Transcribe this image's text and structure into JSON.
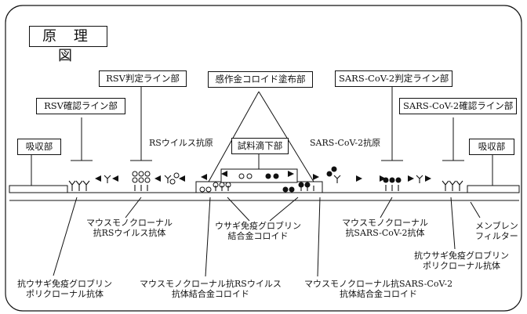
{
  "title": "原 理 図",
  "boxes": {
    "absorber_left": "吸収部",
    "absorber_right": "吸収部",
    "rsv_confirm": "RSV確認ライン部",
    "rsv_judge": "RSV判定ライン部",
    "conjugate_pad": "感作金コロイド塗布部",
    "sample_drop": "試料滴下部",
    "sars_judge": "SARS-CoV-2判定ライン部",
    "sars_confirm": "SARS-CoV-2確認ライン部"
  },
  "labels": {
    "rs_antigen": "RSウイルス抗原",
    "sars_antigen": "SARS-CoV-2抗原",
    "mouse_anti_rs_line1": "マウスモノクローナル",
    "mouse_anti_rs_line2": "抗RSウイルス抗体",
    "rabbit_gold_line1": "ウサギ免疫グロブリン",
    "rabbit_gold_line2": "結合金コロイド",
    "mouse_anti_sars_line1": "マウスモノクローナル",
    "mouse_anti_sars_line2": "抗SARS-CoV-2抗体",
    "membrane_line1": "メンブレン",
    "membrane_line2": "フィルター",
    "anti_rabbit_right_line1": "抗ウサギ免疫グロブリン",
    "anti_rabbit_right_line2": "ポリクローナル抗体",
    "anti_rabbit_left_line1": "抗ウサギ免疫グロブリン",
    "anti_rabbit_left_line2": "ポリクローナル抗体",
    "rs_gold_line1": "マウスモノクローナル抗RSウイルス",
    "rs_gold_line2": "抗体結合金コロイド",
    "sars_gold_line1": "マウスモノクローナル抗SARS-CoV-2",
    "sars_gold_line2": "抗体結合金コロイド"
  },
  "colors": {
    "ink": "#111111",
    "background": "#ffffff"
  },
  "icons": [
    "antibody-icon",
    "gold-colloid-icon",
    "antigen-icon",
    "flow-arrow-icon"
  ]
}
